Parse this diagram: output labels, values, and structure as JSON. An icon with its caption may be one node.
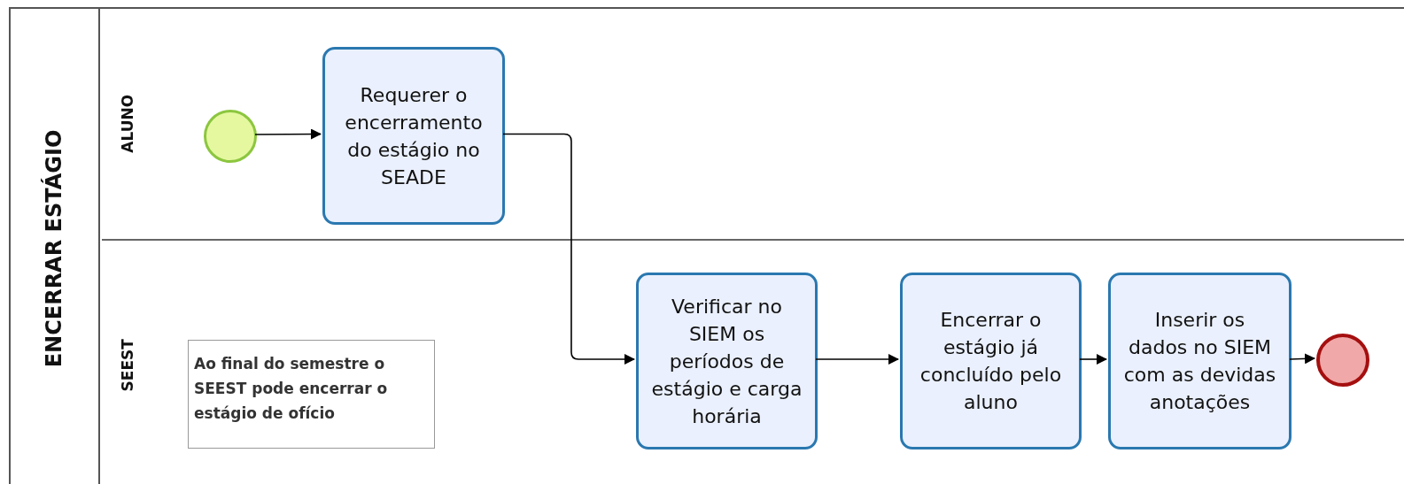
{
  "diagram": {
    "nodes": [
      {
        "text": [
          "ENCERRAR ESTÁGIO"
        ]
      },
      {
        "text": [
          "ALUNO"
        ],
        "in": 0
      },
      {
        "text": [
          "SEEST"
        ],
        "in": 0
      },
      {
        "text": [],
        "shape": "circle",
        "in": 1
      },
      {
        "text": [
          "Requerer o encerramento do estágio no SEADE"
        ],
        "in": 1
      },
      {
        "text": [
          "Ao final do semestre o SEEST pode encerrar o estágio de ofício"
        ],
        "in": 2
      },
      {
        "text": [
          "Verificar no SIEM os períodos de estágio e carga horária"
        ],
        "in": 2
      },
      {
        "text": [
          "Encerrar o estágio já concluído pelo aluno"
        ],
        "in": 2
      },
      {
        "text": [
          "Inserir os dados no SIEM com as devidas anotações"
        ],
        "in": 2
      },
      {
        "text": [],
        "shape": "circle",
        "in": 2
      }
    ],
    "edges": [
      {
        "from": 3,
        "to": 4,
        "arrow": "to"
      },
      {
        "from": 4,
        "to": 6,
        "arrow": "to"
      },
      {
        "from": 6,
        "to": 7,
        "arrow": "to"
      },
      {
        "from": 7,
        "to": 8,
        "arrow": "to"
      },
      {
        "from": 8,
        "to": 9,
        "arrow": "to"
      }
    ]
  }
}
